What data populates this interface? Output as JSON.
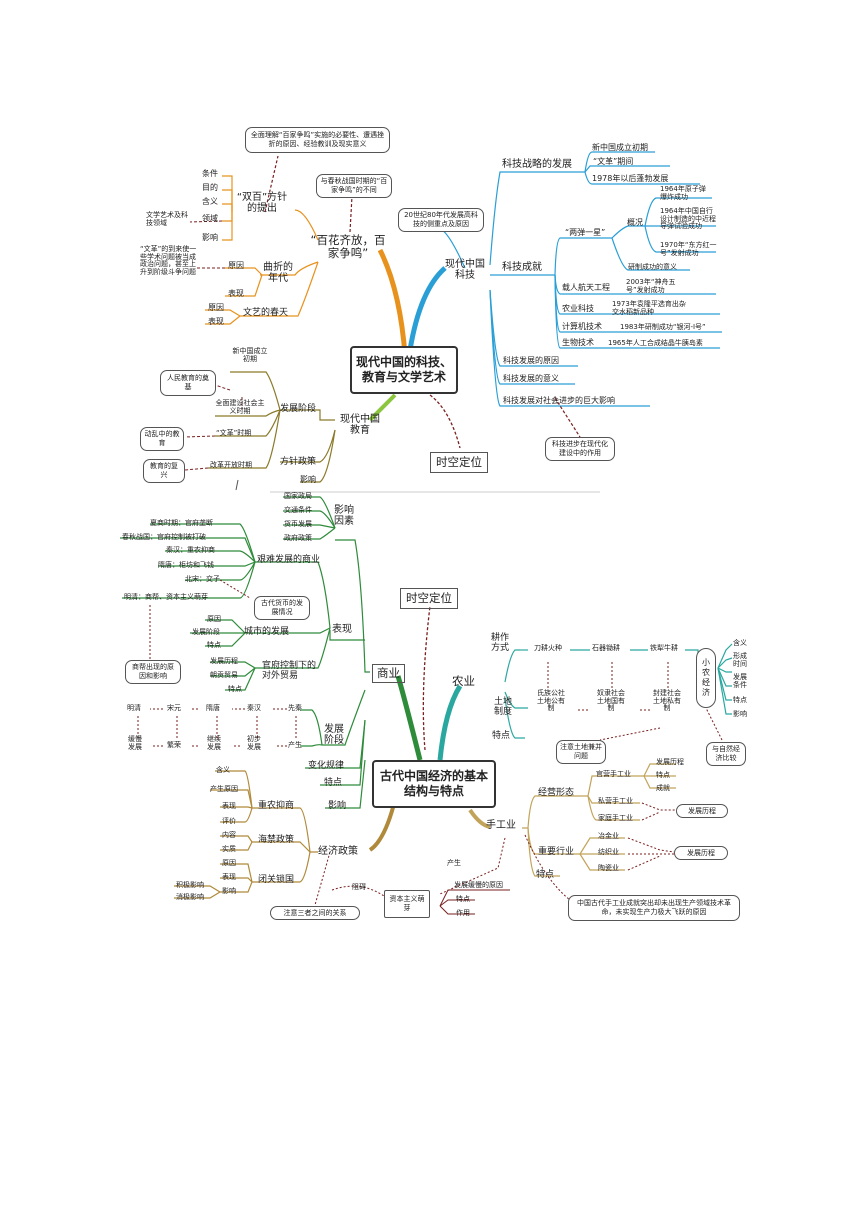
{
  "tech_edu": {
    "center": "现代中国的科技、教育与文学艺术",
    "time_node": "时空定位",
    "sci": {
      "title": "现代中国科技",
      "strategy": "科技战略的发展",
      "strategy_items": [
        "新中国成立初期",
        "“文革”期间",
        "1978年以后蓬勃发展"
      ],
      "achievements": "科技成就",
      "liangdan": "“两弹一星”",
      "gaikuang": "概况",
      "ld_items": [
        "1964年原子弹爆炸成功",
        "1964年中国自行设计制造的中近程导弹试验成功",
        "1970年“东方红一号”发射成功"
      ],
      "ld_meaning": "研制成功的意义",
      "space": "载人航天工程",
      "space_item": "2003年“神舟五号”发射成功",
      "agri": "农业科技",
      "agri_item": "1973年袁隆平选育出杂交水稻新品种",
      "computer": "计算机技术",
      "computer_item": "1983年研制成功“银河-Ⅰ号”",
      "bio": "生物技术",
      "bio_item": "1965年人工合成结晶牛胰岛素",
      "reason": "科技发展的原因",
      "meaning": "科技发展的意义",
      "impact": "科技发展对社会进步的巨大影响",
      "impact_note": "科技进步在现代化建设中的作用",
      "note_80s": "20世纪80年代发展高科技的侧重点及原因"
    },
    "hundred": {
      "title": "“百花齐放，百家争鸣”",
      "note_top": "全面理解“百家争鸣”实施的必要性、遭遇挫折的原因、经验教训及现实意义",
      "note_compare": "与春秋战国时期的“百家争鸣”的不同",
      "shuangbai": "“双百”方针的提出",
      "sb_items": [
        "条件",
        "目的",
        "含义",
        "领域",
        "影响"
      ],
      "lingyu_note": "文学艺术及科技领域",
      "quzhe": "曲折的年代",
      "qz_items": [
        "原因",
        "表现"
      ],
      "wenge_note": "“文革”的到来使一些学术问题被当成政治问题，甚至上升到阶级斗争问题",
      "spring": "文艺的春天",
      "spring_items": [
        "原因",
        "表现"
      ]
    },
    "edu": {
      "title": "现代中国教育",
      "stage": "发展阶段",
      "stage_items": [
        "新中国成立初期",
        "全面建设社会主义时期",
        "“文革”时期",
        "改革开放时期"
      ],
      "notes": [
        "人民教育的奠基",
        "动乱中的教育",
        "教育的复兴"
      ],
      "policy": "方针政策",
      "influence": "影响"
    }
  },
  "economy": {
    "center": "古代中国经济的基本结构与特点",
    "time_node": "时空定位",
    "commerce": {
      "title": "商业",
      "factors_title": "影响因素",
      "factors": [
        "国家政局",
        "交通条件",
        "货币发展",
        "政府政策"
      ],
      "hard": "艰难发展的商业",
      "hard_items": [
        "夏商时期：官府垄断",
        "春秋战国：官府控制被打破",
        "秦汉：重农抑商",
        "隋唐：柜坊和飞钱",
        "北宋：交子",
        "明清：商帮、资本主义萌芽"
      ],
      "currency_note": "古代货币的发展情况",
      "merchant_note": "商帮出现的原因和影响",
      "city": "城市的发展",
      "city_items": [
        "原因",
        "发展阶段",
        "特点"
      ],
      "trade": "官府控制下的对外贸易",
      "trade_items": [
        "发展历程",
        "朝贡贸易",
        "特点"
      ],
      "biaoxian": "表现",
      "stage": "发展阶段",
      "stage_top": [
        "明清",
        "宋元",
        "隋唐",
        "秦汉",
        "先秦"
      ],
      "stage_bottom": [
        "缓慢发展",
        "繁荣",
        "继续发展",
        "初步发展",
        "产生"
      ],
      "change": "变化规律",
      "feature": "特点",
      "influence": "影响"
    },
    "policy": {
      "title": "经济政策",
      "zhongnong": "重农抑商",
      "zn_items": [
        "含义",
        "产生原因",
        "表现",
        "评价"
      ],
      "haijin": "海禁政策",
      "hj_items": [
        "内容",
        "实质"
      ],
      "biguan": "闭关锁国",
      "bg_items": [
        "原因",
        "表现",
        "影响"
      ],
      "bg_notes": [
        "积极影响",
        "消极影响"
      ],
      "note_three": "注意三者之间的关系"
    },
    "agri": {
      "title": "农业",
      "gengzuo": "耕作方式",
      "gz_items": [
        "刀耕火种",
        "石器锄耕",
        "铁犁牛耕"
      ],
      "land": "土地制度",
      "land_items": [
        "氏族公社土地公有制",
        "奴隶社会土地国有制",
        "封建社会土地私有制"
      ],
      "land_note": "注意土地兼并问题",
      "xiaonong": "小农经济",
      "xn_items": [
        "含义",
        "形成时间",
        "发展条件",
        "特点",
        "影响"
      ],
      "compare_note": "与自然经济比较",
      "feature": "特点"
    },
    "handicraft": {
      "title": "手工业",
      "form": "经营形态",
      "form_items": [
        "官营手工业",
        "私营手工业",
        "家庭手工业"
      ],
      "gy_items": [
        "发展历程",
        "特点",
        "成就"
      ],
      "history": "发展历程",
      "industry": "重要行业",
      "industry_items": [
        "冶金业",
        "纺织业",
        "陶瓷业"
      ],
      "industry_note": "发展历程",
      "feature": "特点",
      "note_revolution": "中国古代手工业成就突出却未出现生产领域技术革命，未实现生产力极大飞跃的原因",
      "capital": "资本主义萌芽",
      "capital_items": [
        "发展缓慢的原因",
        "特点",
        "作用"
      ],
      "chansheng": "产生",
      "zuai": "阻碍"
    }
  }
}
